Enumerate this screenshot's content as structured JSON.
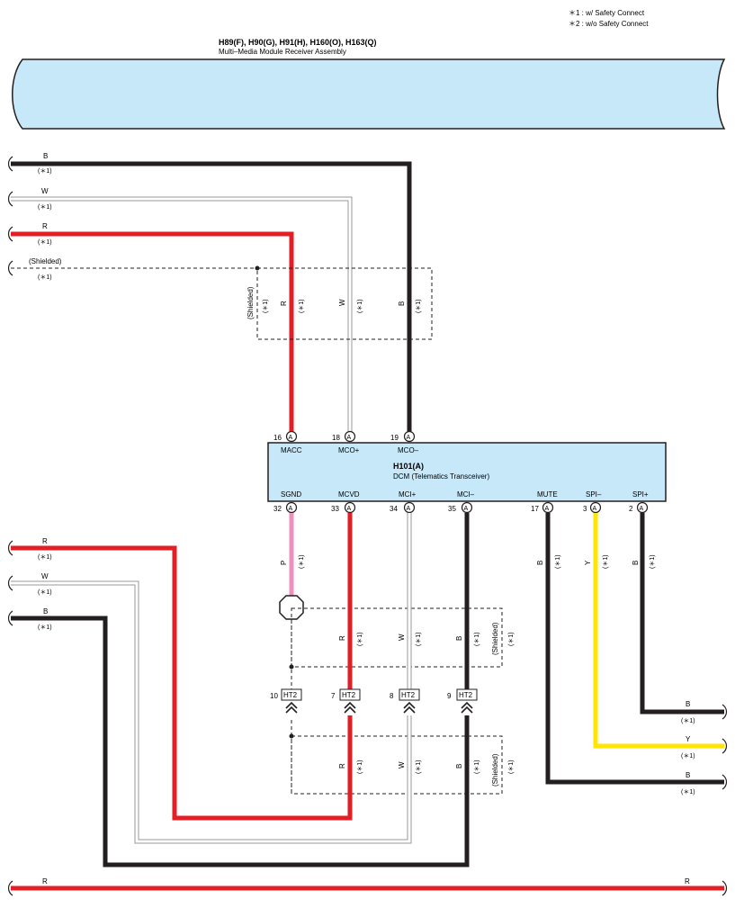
{
  "legend": {
    "note_1": "＊1 : w/ Safety Connect",
    "note_2": "＊2 : w/o Safety Connect"
  },
  "top_component": {
    "codes": "H89(F), H90(G), H91(H), H160(O), H163(Q)",
    "name": "Multi–Media Module Receiver Assembly"
  },
  "dcm": {
    "code": "H101(A)",
    "name": "DCM (Telematics Transceiver)",
    "connector_letter": "A",
    "top_pins": [
      {
        "num": "16",
        "name": "MACC"
      },
      {
        "num": "18",
        "name": "MCO+"
      },
      {
        "num": "19",
        "name": "MCO–"
      }
    ],
    "bottom_pins": [
      {
        "num": "32",
        "name": "SGND"
      },
      {
        "num": "33",
        "name": "MCVD"
      },
      {
        "num": "34",
        "name": "MCI+"
      },
      {
        "num": "35",
        "name": "MCI–"
      },
      {
        "num": "17",
        "name": "MUTE"
      },
      {
        "num": "3",
        "name": "SPI–"
      },
      {
        "num": "2",
        "name": "SPI+"
      }
    ]
  },
  "colors": {
    "black_wire": "#231f20",
    "red_wire": "#e31e24",
    "white_wire": "#9a9a9a",
    "pink_wire": "#ef8fbf",
    "yellow_wire": "#ffe500",
    "component_fill": "#c7e8f8"
  },
  "wire_labels": {
    "B": "B",
    "W": "W",
    "R": "R",
    "P": "P",
    "Y": "Y",
    "shielded": "(Shielded)",
    "note1": "(＊1)"
  },
  "junction": {
    "connector": "HT2",
    "pins": [
      "10",
      "7",
      "8",
      "9"
    ]
  }
}
